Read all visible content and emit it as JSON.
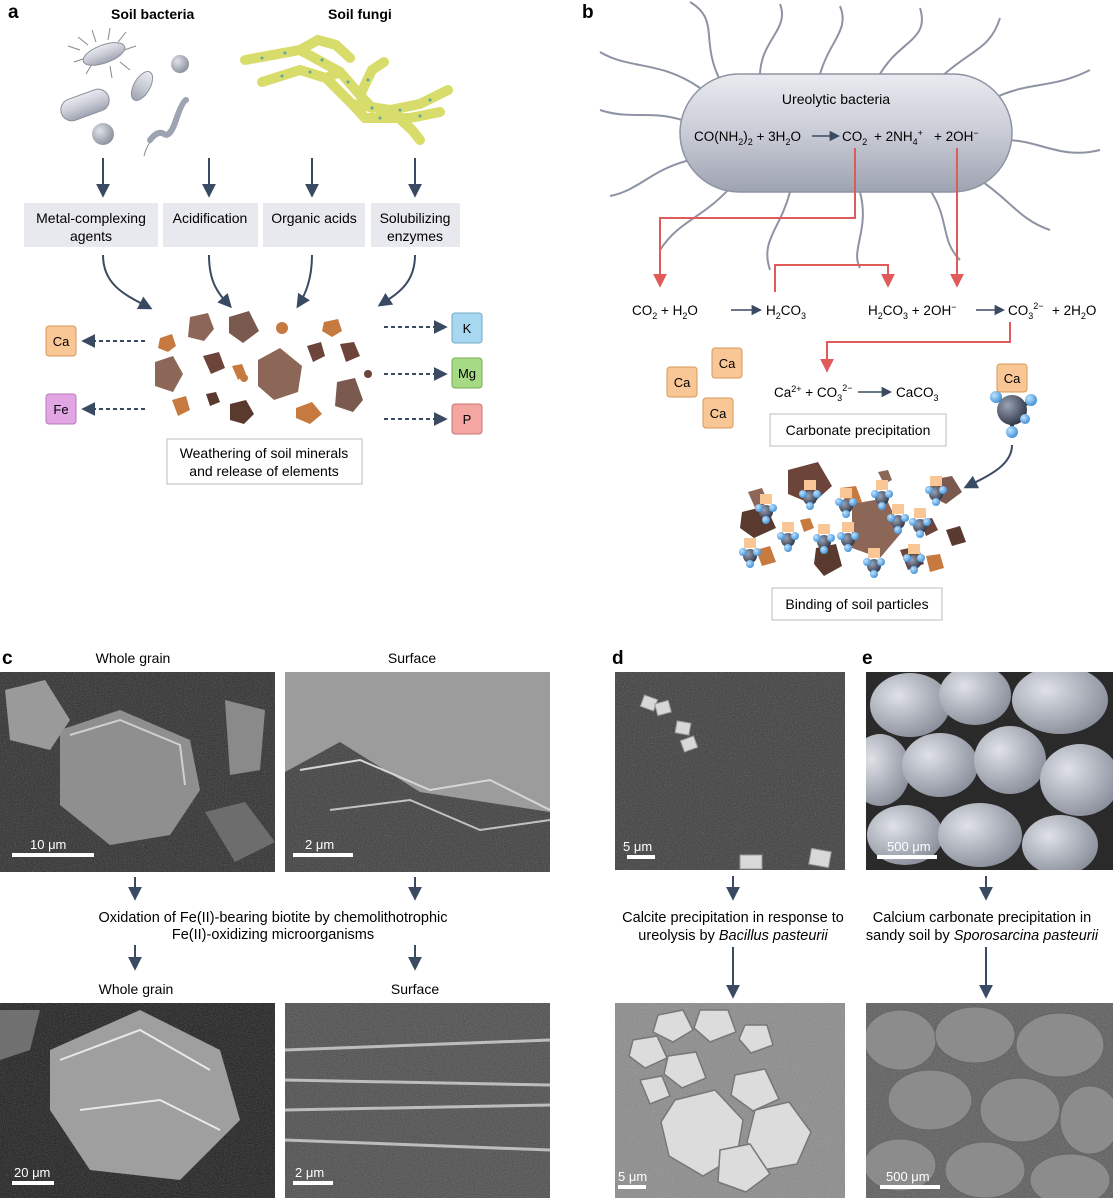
{
  "panels": {
    "a": {
      "letter": "a",
      "titles": {
        "bacteria": "Soil bacteria",
        "fungi": "Soil fungi"
      },
      "mechanisms": [
        {
          "line1": "Metal-complexing",
          "line2": "agents"
        },
        {
          "line1": "Acidification",
          "line2": ""
        },
        {
          "line1": "Organic acids",
          "line2": ""
        },
        {
          "line1": "Solubilizing",
          "line2": "enzymes"
        }
      ],
      "elements_left": [
        {
          "symbol": "Ca",
          "color": "#f9c795"
        },
        {
          "symbol": "Fe",
          "color": "#e2a6e4"
        }
      ],
      "elements_right": [
        {
          "symbol": "K",
          "color": "#a8d8ef"
        },
        {
          "symbol": "Mg",
          "color": "#a7da84"
        },
        {
          "symbol": "P",
          "color": "#f4a6a2"
        }
      ],
      "caption": {
        "line1": "Weathering of soil minerals",
        "line2": "and release of elements"
      }
    },
    "b": {
      "letter": "b",
      "bacterium_label": "Ureolytic bacteria",
      "reaction_main": {
        "lhs": "CO(NH",
        "lhs_sub2": "2",
        "lhs_sub": "2",
        "lhs_rest": " + 3H",
        "lhs_sub3": "2",
        "lhs_end": "O",
        "p1": "CO",
        "p1_sub": "2",
        "p2": "+  2NH",
        "p2_sub": "4",
        "p2_sup": "+",
        "p3": "+  2OH",
        "p3_sup": "−"
      },
      "reaction_left": {
        "a": "CO",
        "a_sub": "2",
        "b": " + H",
        "b_sub": "2",
        "c": "O",
        "product": "H",
        "product_sub": "2",
        "product_end": "CO",
        "product_sub2": "3"
      },
      "reaction_right": {
        "a": "H",
        "a_sub": "2",
        "a2": "CO",
        "a_sub2": "3",
        "b": "+  2OH",
        "b_sup": "−",
        "p": "CO",
        "p_sub": "3",
        "p_sup": "2−",
        "q": "+  2H",
        "q_sub": "2",
        "q_end": "O"
      },
      "reaction_precip": {
        "a": "Ca",
        "a_sup": "2+",
        "b": " + CO",
        "b_sub": "3",
        "b_sup": "2−",
        "p": "CaCO",
        "p_sub": "3"
      },
      "ca_ions": [
        "Ca",
        "Ca",
        "Ca"
      ],
      "ca_complex": "Ca",
      "precip_caption": "Carbonate precipitation",
      "binding_caption": "Binding of soil particles"
    },
    "c": {
      "letter": "c",
      "top_left_title": "Whole grain",
      "top_right_title": "Surface",
      "bottom_left_title": "Whole grain",
      "bottom_right_title": "Surface",
      "scales": [
        "10 μm",
        "2 μm",
        "20 μm",
        "2 μm"
      ],
      "caption": {
        "line1": "Oxidation of Fe(II)-bearing biotite by chemolithotrophic",
        "line2": "Fe(II)-oxidizing microorganisms"
      }
    },
    "d": {
      "letter": "d",
      "scales": [
        "5 μm",
        "5 μm"
      ],
      "caption": {
        "line1": "Calcite precipitation in response to",
        "line2_plain": "ureolysis by ",
        "line2_italic": "Bacillus pasteurii"
      }
    },
    "e": {
      "letter": "e",
      "scales": [
        "500 μm",
        "500 μm"
      ],
      "caption": {
        "line1": "Calcium carbonate precipitation in",
        "line2_plain": "sandy soil by ",
        "line2_italic": "Sporosarcina pasteurii"
      }
    }
  },
  "colors": {
    "arrow": "#3b4a63",
    "red_arrow": "#e05a5a",
    "box_fill": "#e8e9ee",
    "caption_border": "#b8bcc4"
  }
}
